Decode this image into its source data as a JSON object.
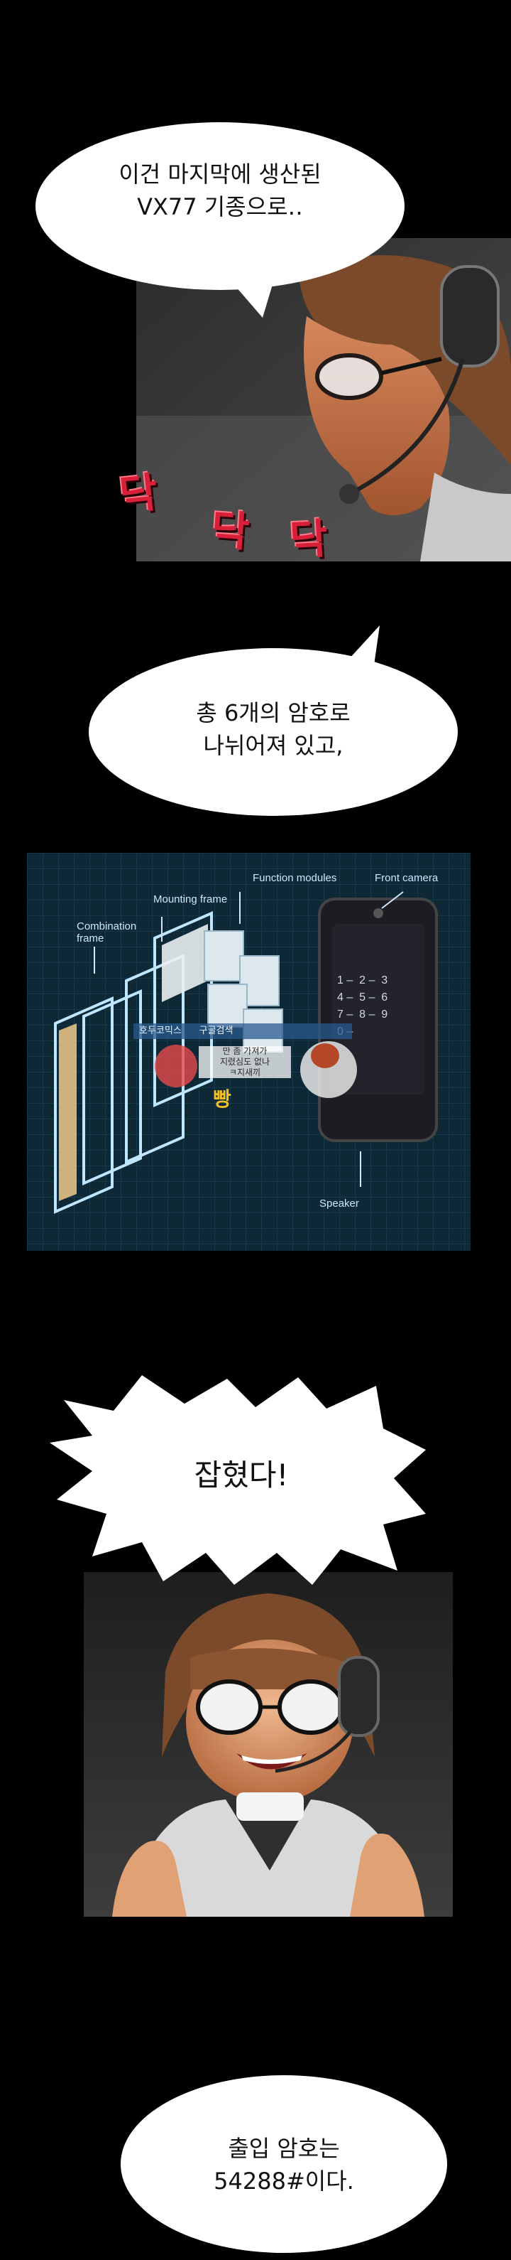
{
  "bubbles": {
    "b1": {
      "line1": "이건 마지막에 생산된",
      "line2": "VX77 기종으로‥"
    },
    "b2": {
      "line1": "총 6개의 암호로",
      "line2": "나뉘어져 있고,"
    },
    "b3": {
      "line1": "잡혔다!"
    },
    "b4": {
      "line1": "출입 암호는",
      "line2": "54288#이다."
    }
  },
  "sfx": [
    "닥",
    "닥",
    "닥"
  ],
  "diagram": {
    "labels": {
      "function_modules": "Function modules",
      "front_camera": "Front camera",
      "mounting_frame": "Mounting frame",
      "combination_frame_1": "Combination",
      "combination_frame_2": "frame",
      "speaker": "Speaker"
    },
    "keypad": [
      "1",
      "2",
      "3",
      "4",
      "5",
      "6",
      "7",
      "8",
      "9",
      "0"
    ]
  },
  "watermark": {
    "site": "호두코믹스",
    "search": "구글검색",
    "msg1": "만 좀 가져가",
    "msg2": "지렸심도 없나",
    "msg3": "ㅋ지새끼",
    "sound": "빵"
  },
  "colors": {
    "background": "#000000",
    "sfx_red": "#d8203a",
    "hud_blue": "#0e2836",
    "bubble": "#ffffff"
  }
}
